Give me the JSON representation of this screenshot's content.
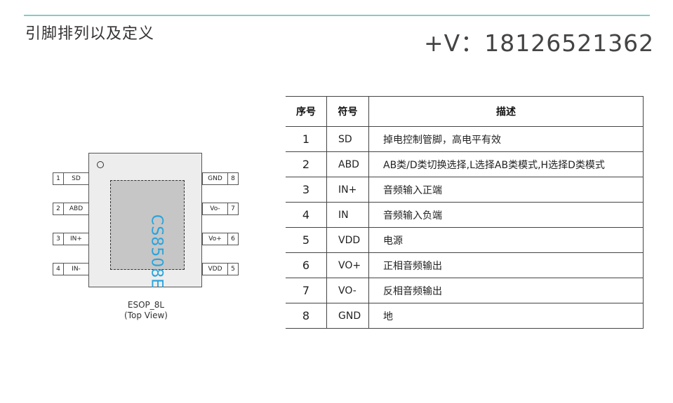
{
  "heading": "引脚排列以及定义",
  "contact": "+V：18126521362",
  "chip": {
    "name": "CS8508E",
    "package": "ESOP_8L",
    "view": "(Top View)",
    "left_pins": [
      {
        "num": "1",
        "name": "SD"
      },
      {
        "num": "2",
        "name": "ABD"
      },
      {
        "num": "3",
        "name": "IN+"
      },
      {
        "num": "4",
        "name": "IN-"
      }
    ],
    "right_pins": [
      {
        "num": "8",
        "name": "GND"
      },
      {
        "num": "7",
        "name": "Vo-"
      },
      {
        "num": "6",
        "name": "Vo+"
      },
      {
        "num": "5",
        "name": "VDD"
      }
    ]
  },
  "table": {
    "headers": [
      "序号",
      "符号",
      "描述"
    ],
    "rows": [
      {
        "no": "1",
        "symbol": "SD",
        "desc": "掉电控制管脚，高电平有效"
      },
      {
        "no": "2",
        "symbol": "ABD",
        "desc": "AB类/D类切换选择,L选择AB类模式,H选择D类模式"
      },
      {
        "no": "3",
        "symbol": "IN+",
        "desc": "音频输入正端"
      },
      {
        "no": "4",
        "symbol": "IN",
        "desc": "音频输入负端"
      },
      {
        "no": "5",
        "symbol": "VDD",
        "desc": "电源"
      },
      {
        "no": "6",
        "symbol": "VO+",
        "desc": "正相音频输出"
      },
      {
        "no": "7",
        "symbol": "VO-",
        "desc": "反相音频输出"
      },
      {
        "no": "8",
        "symbol": "GND",
        "desc": "地"
      }
    ]
  }
}
